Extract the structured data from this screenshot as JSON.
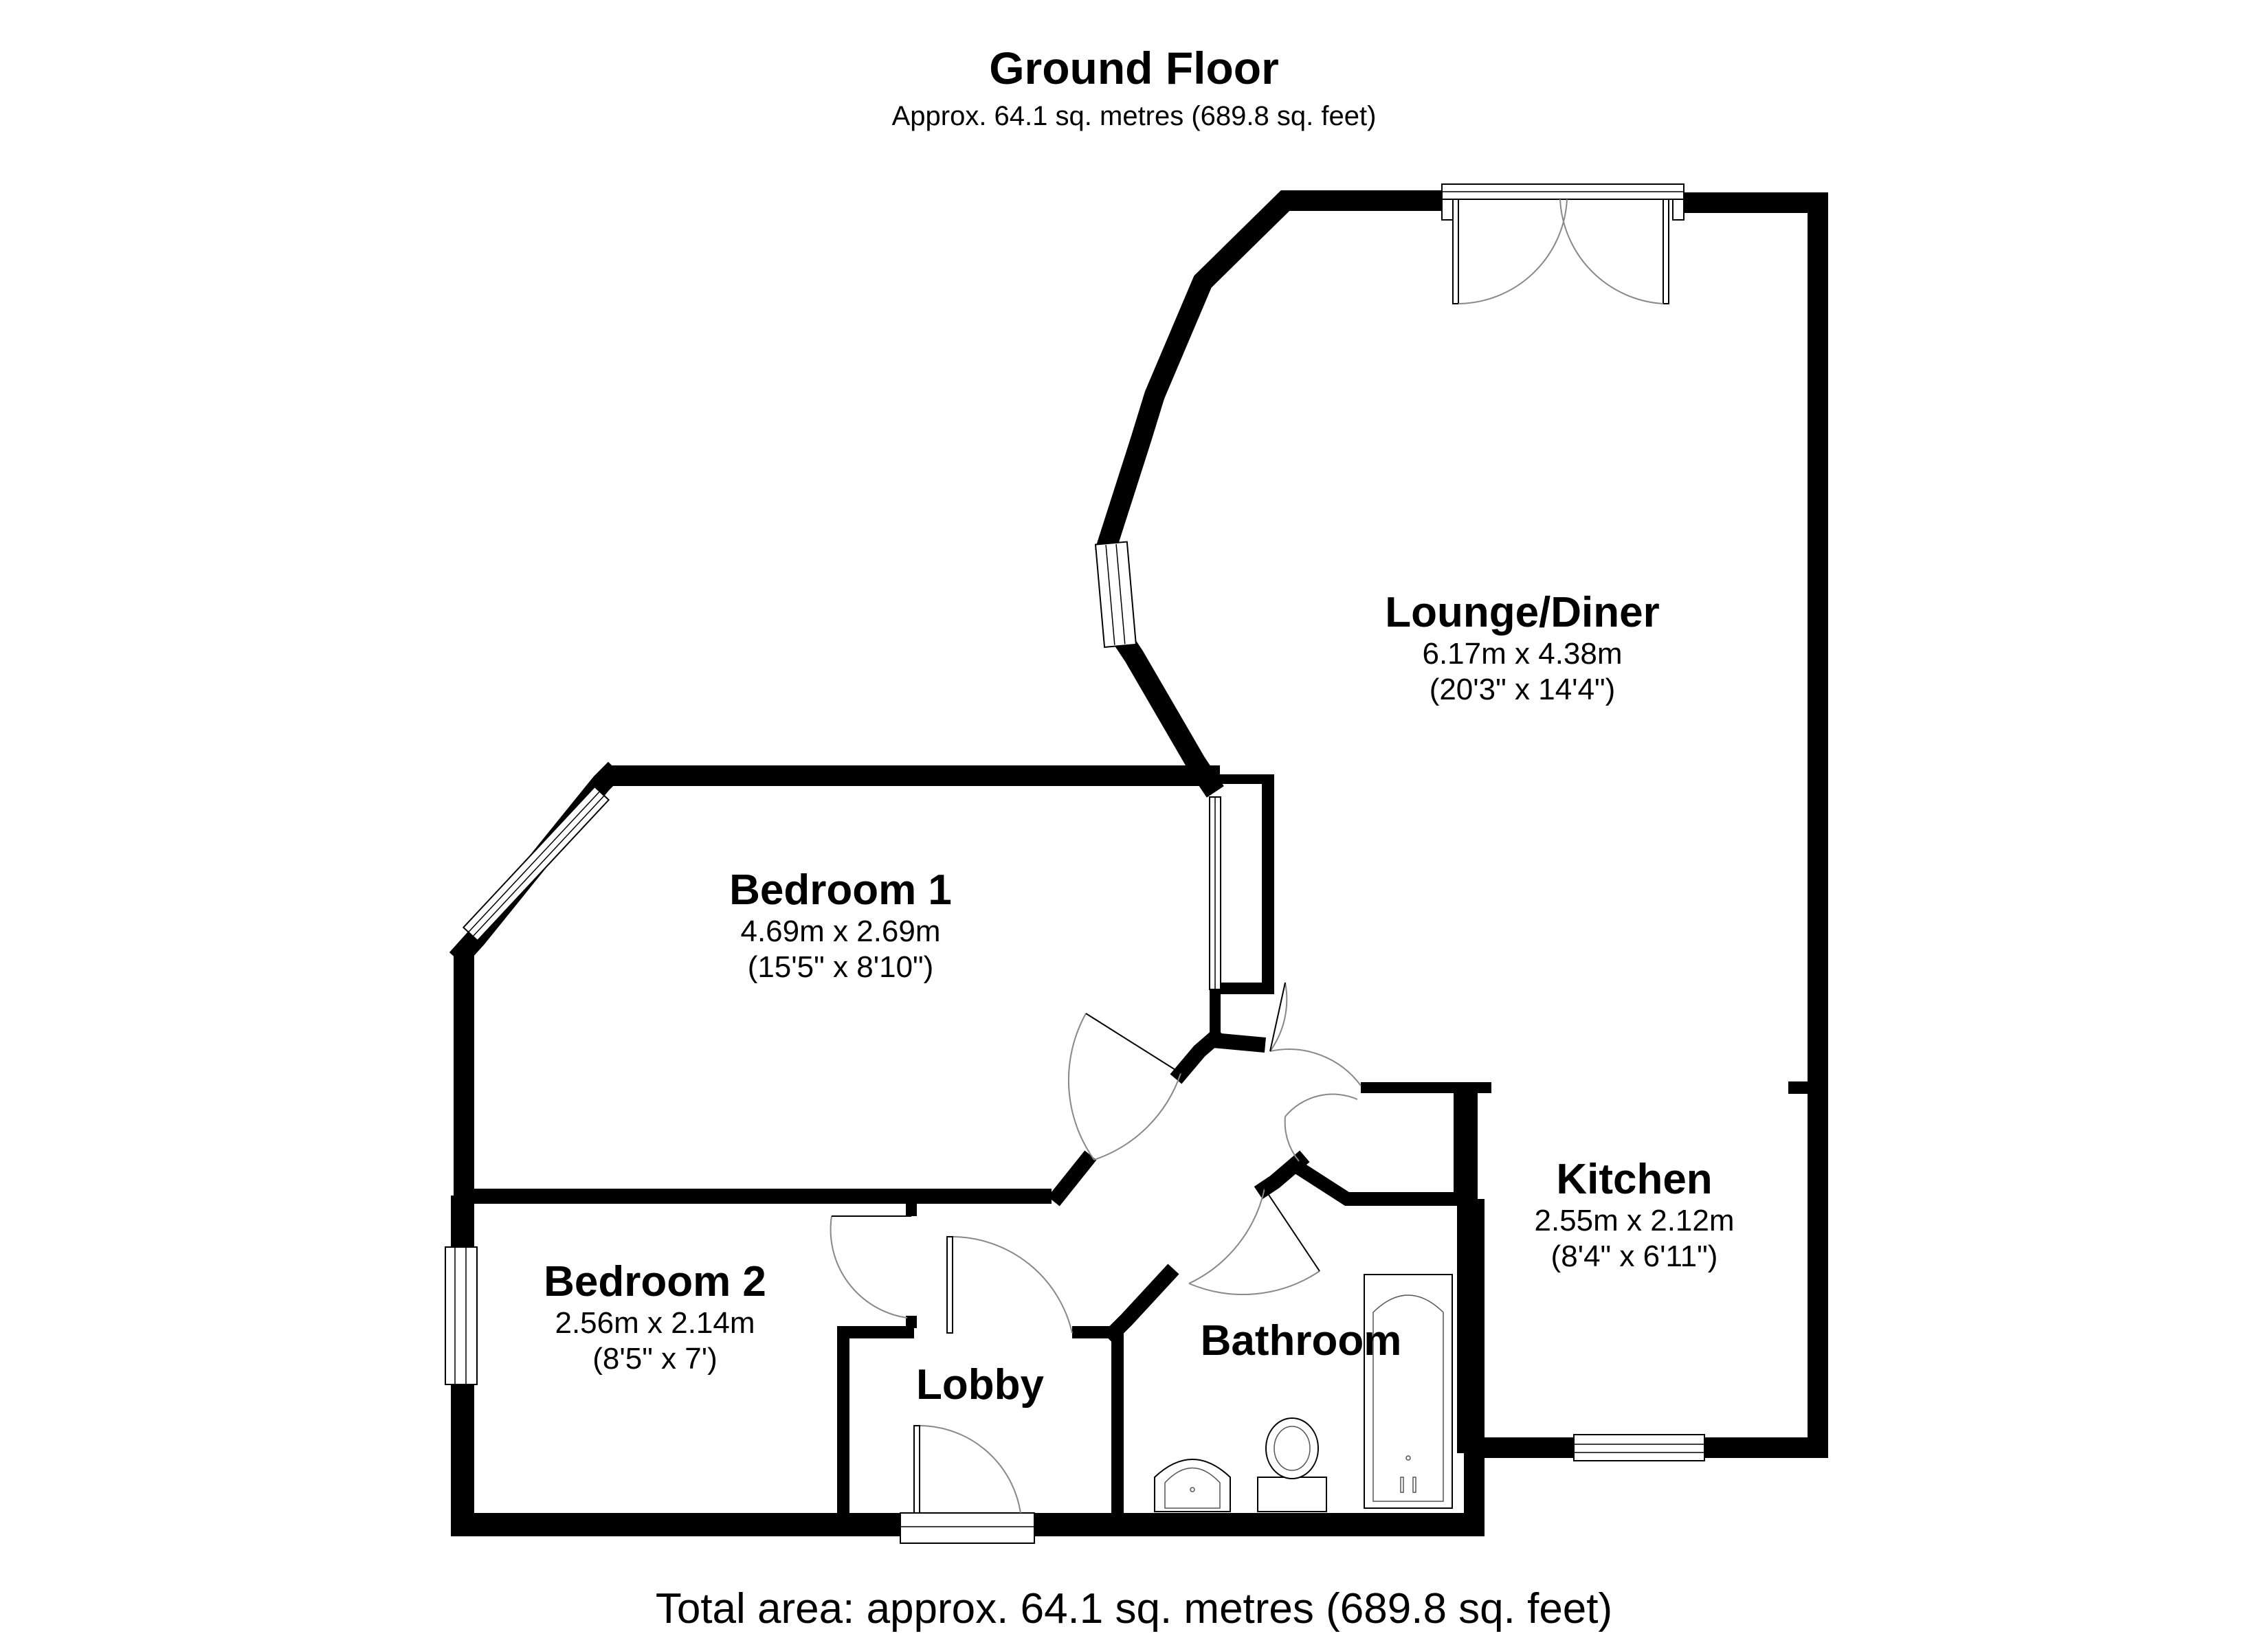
{
  "title": "Ground Floor",
  "subtitle": "Approx. 64.1 sq. metres (689.8 sq. feet)",
  "rooms": [
    {
      "name": "Lounge/Diner",
      "metric": "6.17m x 4.38m",
      "imperial": "(20'3\" x 14'4\")"
    },
    {
      "name": "Bedroom 1",
      "metric": "4.69m x 2.69m",
      "imperial": "(15'5\" x 8'10\")"
    },
    {
      "name": "Kitchen",
      "metric": "2.55m x 2.12m",
      "imperial": "(8'4\" x 6'11\")"
    },
    {
      "name": "Bedroom 2",
      "metric": "2.56m x 2.14m",
      "imperial": "(8'5\" x 7')"
    },
    {
      "name": "Lobby"
    },
    {
      "name": "Bathroom"
    }
  ],
  "total_area": "Total area: approx. 64.1 sq. metres (689.8 sq. feet)"
}
